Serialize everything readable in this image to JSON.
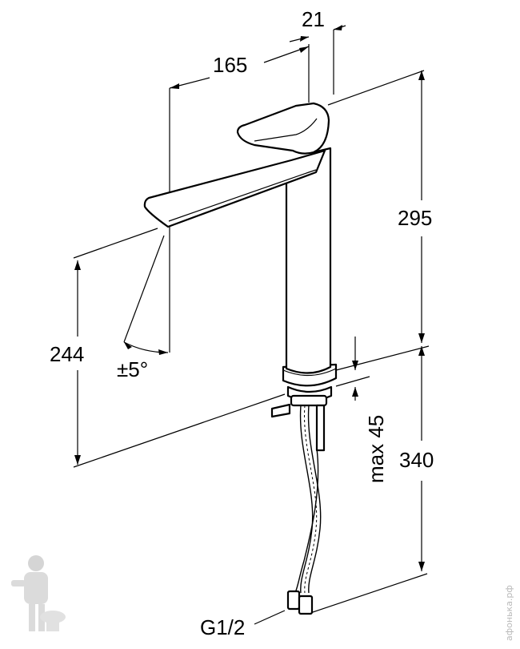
{
  "dimensions": {
    "handle_thickness": "21",
    "spout_reach": "165",
    "height_above_deck": "295",
    "spout_outlet_height": "244",
    "swivel_angle": "±5°",
    "max_deck_thickness": "max 45",
    "hose_length": "340",
    "connection_thread": "G1/2"
  },
  "watermark": {
    "text": "афонька.рф"
  },
  "colors": {
    "line": "#000000",
    "background": "#ffffff",
    "watermark": "#b9b9b9"
  }
}
